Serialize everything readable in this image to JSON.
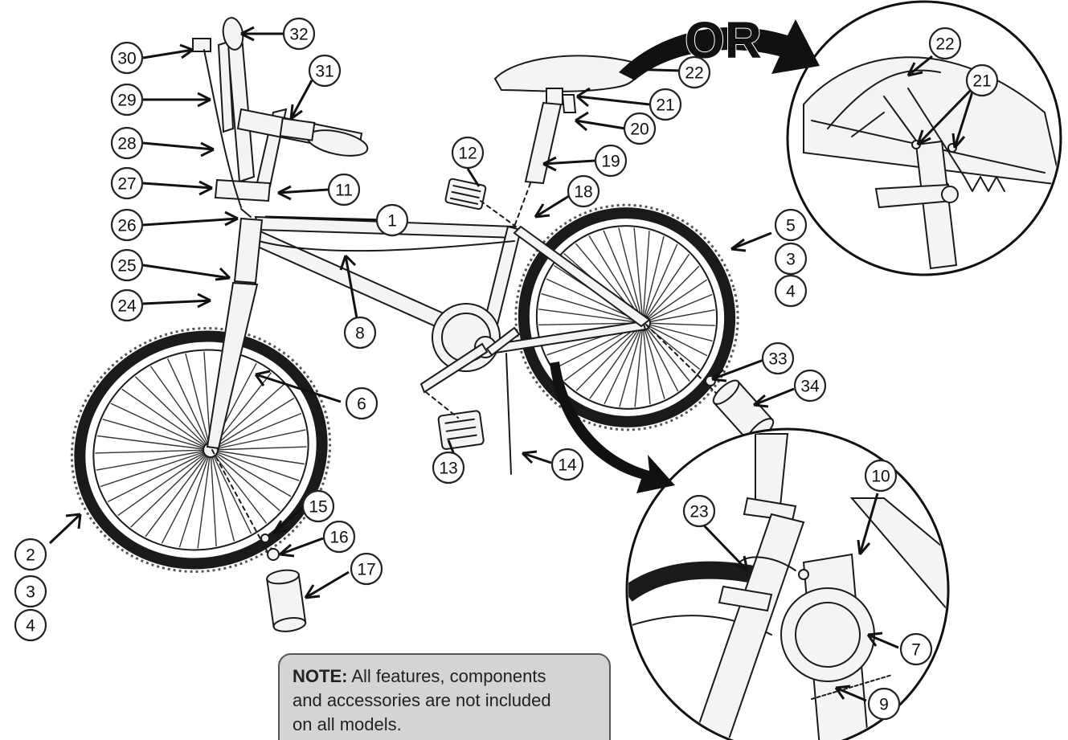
{
  "diagram": {
    "or_label": "OR",
    "note": {
      "label": "NOTE:",
      "line1": " All features, components",
      "line2": "and accessories are not included",
      "line3": "on all models."
    },
    "callouts": [
      "1",
      "2",
      "3",
      "4",
      "5",
      "6",
      "7",
      "8",
      "9",
      "10",
      "11",
      "12",
      "13",
      "14",
      "15",
      "16",
      "17",
      "18",
      "19",
      "20",
      "21",
      "22",
      "23",
      "24",
      "25",
      "26",
      "27",
      "28",
      "29",
      "30",
      "31",
      "32",
      "33",
      "34"
    ]
  }
}
